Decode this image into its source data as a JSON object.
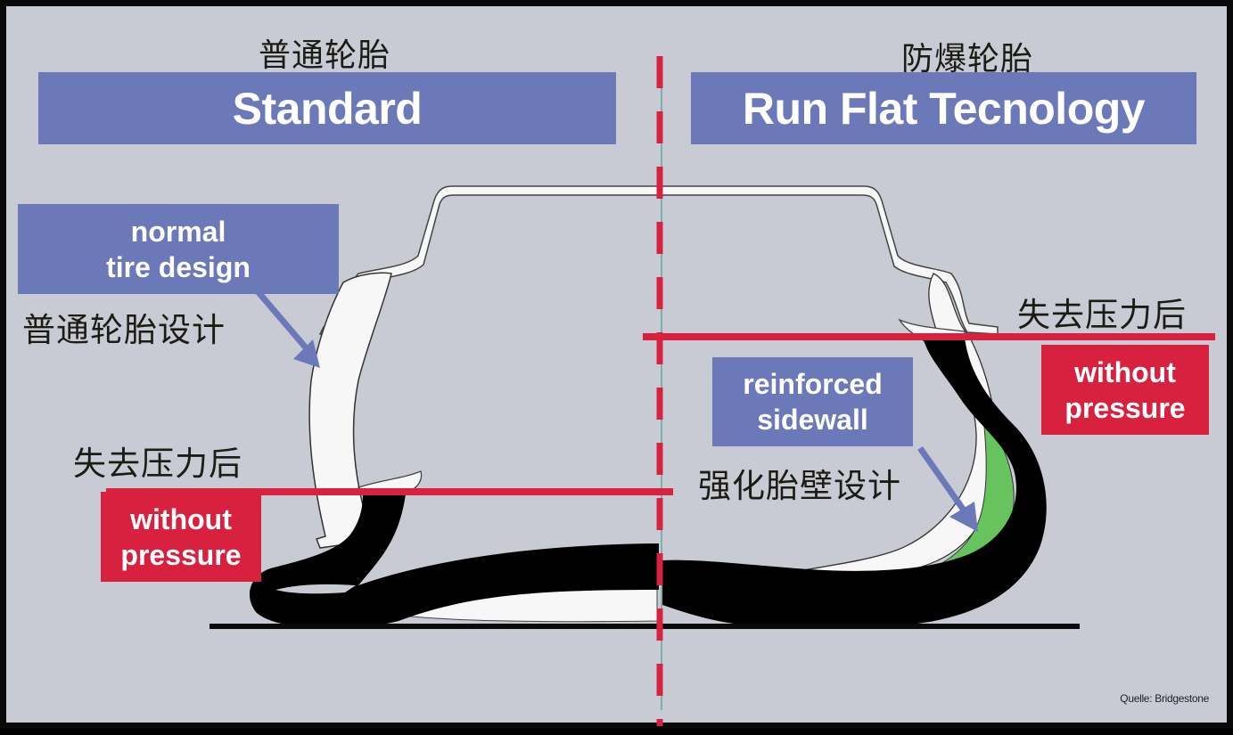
{
  "left": {
    "title_cn": "普通轮胎",
    "banner": "Standard",
    "callout": {
      "line1": "normal",
      "line2": "tire design"
    },
    "callout_cn": "普通轮胎设计",
    "pressure_cn": "失去压力后",
    "pressure_box": {
      "line1": "without",
      "line2": "pressure"
    }
  },
  "right": {
    "title_cn": "防爆轮胎",
    "banner": "Run Flat Tecnology",
    "callout": {
      "line1": "reinforced",
      "line2": "sidewall"
    },
    "callout_cn": "强化胎壁设计",
    "pressure_cn": "失去压力后",
    "pressure_box": {
      "line1": "without",
      "line2": "pressure"
    }
  },
  "source": "Quelle: Bridgestone",
  "colors": {
    "background": "#c8cbd3",
    "banner_blue": "#6b79b8",
    "alert_red": "#d8203f",
    "reinforcement_green": "#66c35e",
    "tire_black": "#000000",
    "rim_white": "#f7f7f7"
  },
  "icons": [
    "arrow-normal-tire-icon",
    "arrow-reinforced-sidewall-icon"
  ]
}
